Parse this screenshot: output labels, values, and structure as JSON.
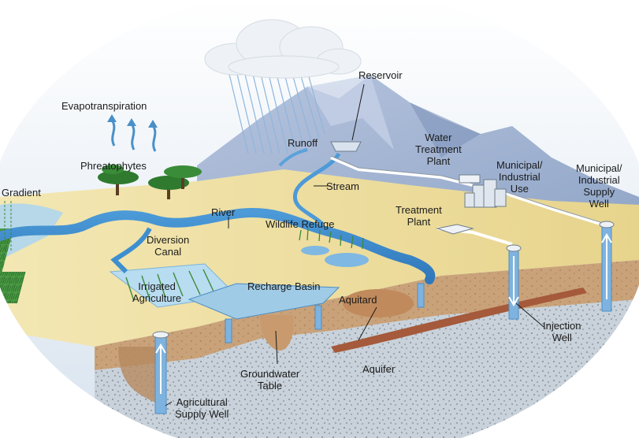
{
  "diagram": {
    "labels": {
      "reservoir": "Reservoir",
      "evapotranspiration": "Evapotranspiration",
      "runoff": "Runoff",
      "water_treatment_plant": "Water\nTreatment\nPlant",
      "municipal_industrial_use": "Municipal/\nIndustrial\nUse",
      "municipal_industrial_supply_well": "Municipal/\nIndustrial\nSupply\nWell",
      "phreatophytes": "Phreatophytes",
      "stream": "Stream",
      "gradient": "Gradient",
      "river": "River",
      "treatment_plant": "Treatment\nPlant",
      "wildlife_refuge": "Wildlife Refuge",
      "diversion_canal": "Diversion\nCanal",
      "recharge_basin": "Recharge Basin",
      "irrigated_agriculture": "Irrigated\nAgriculture",
      "aquitard": "Aquitard",
      "injection_well": "Injection\nWell",
      "aquifer": "Aquifer",
      "groundwater_table": "Groundwater\nTable",
      "agricultural_supply_well": "Agricultural\nSupply Well"
    },
    "colors": {
      "sky": "#cfdceb",
      "cloud": "#e9eef3",
      "mountain": "#a9b9d6",
      "mountain_shadow": "#8fa3c6",
      "ground_surface": "#efe2a2",
      "soil": "#c9a27a",
      "gravel": "#c7cfd8",
      "aquitard": "#a55a3b",
      "water": "#3e8fd0",
      "water_light": "#9ccbe8",
      "vegetation": "#3d8a3a",
      "rain": "#8fb6dc",
      "pipe": "#ffffff"
    }
  }
}
